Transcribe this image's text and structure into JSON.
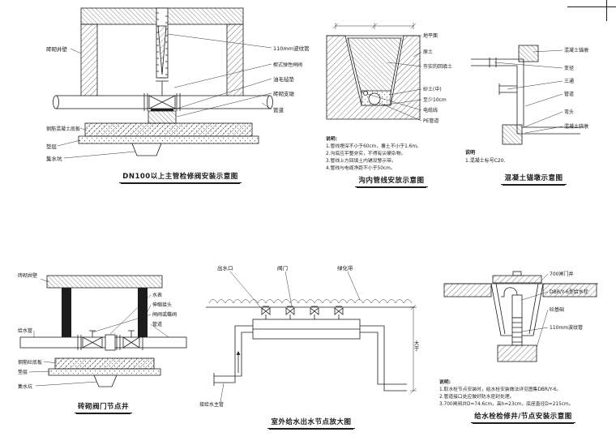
{
  "page": {
    "background": "#ffffff",
    "ink": "#1c1c1c"
  },
  "panel1": {
    "title": "DN100以上主管检修阀安装示意图",
    "labels": {
      "brick_wall": "砖砌井壁",
      "rc_base_slab": "钢筋混凝土底板",
      "cushion": "垫层",
      "sump_pit": "集水坑",
      "corrugated_pipe": "110mm波纹管",
      "gate_valve": "楔式弹性闸阀",
      "felt_pad": "油毛毡垫",
      "brick_pier": "砖砌支墩",
      "pipe": "管道"
    }
  },
  "panel2": {
    "title": "沟内管线安放示意图",
    "labels": {
      "ground_level": "地平面",
      "native_soil": "原土",
      "compacted_backfill": "夯实的回填土",
      "sand": "砂土(中)",
      "min_10cm": "至少10cm",
      "cable": "电缆线",
      "pe_pipe": "PE管道"
    },
    "notes_title": "说明:",
    "notes": [
      "1.管线埋深不小于60cm，覆土不小于1.6m。",
      "2.沟底应平整夯实，不得有尖硬杂物。",
      "3.管线上方回填土内铺设警示带。",
      "4.管线与电缆净距不小于50cm。"
    ]
  },
  "panel3": {
    "title": "混凝土锚墩示意图",
    "labels": {
      "anchor_top": "混凝土锚墩",
      "reducer": "变径",
      "tee": "三通",
      "pipe": "管道",
      "elbow": "弯头",
      "anchor_bottom": "混凝土锚墩"
    },
    "notes_title": "说明",
    "notes": [
      "1.混凝土标号C20."
    ]
  },
  "panel4": {
    "title": "砖砌阀门节点井",
    "labels": {
      "brick_wall": "砖砌井壁",
      "inlet_pipe": "给水管",
      "water_meter": "水表",
      "expansion_joint": "伸缩接头",
      "valve": "闸阀或蝶阀",
      "pipe": "管道",
      "rc_base_slab": "钢筋砼底板",
      "cushion": "垫层",
      "sump_pit": "集水坑"
    }
  },
  "panel5": {
    "title": "室外给水出水节点放大图",
    "labels": {
      "outlet": "出水口",
      "valve": "阀门",
      "green_belt": "绿化带",
      "main_pipe": "接给水主管",
      "greater_than": "大于"
    }
  },
  "panel6": {
    "title": "给水栓检修井/节点安装示意图",
    "labels": {
      "gate_well": "700闸门井",
      "hydrant": "DBR/Y-6型给水栓",
      "concrete_base": "砼基础",
      "corrugated_pipe": "110mm波纹管"
    },
    "notes_title": "说明:",
    "notes": [
      "1.取水栓节点安装时，给水栓安装做法详见图集DBR/Y-6。",
      "2.管道接口处应做好防水密封处理。",
      "3.700闸阀井D=74.6cm，高h=23cm，底座直径D=215cm。"
    ]
  }
}
